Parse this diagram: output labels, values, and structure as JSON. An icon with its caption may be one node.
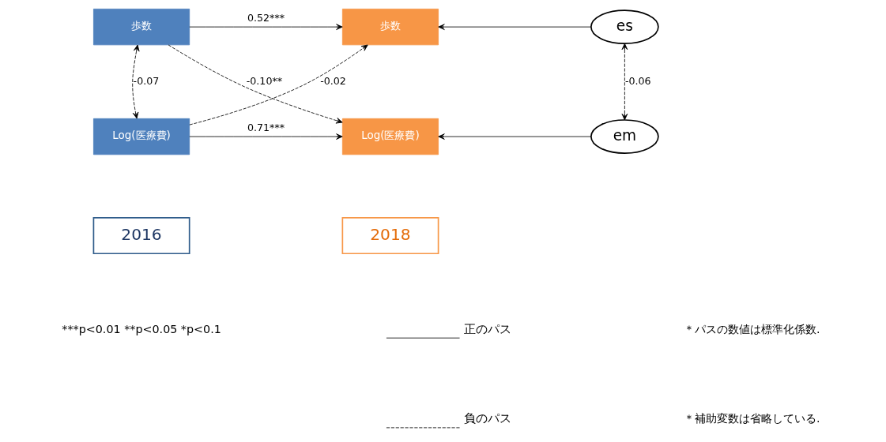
{
  "diagram": {
    "nodes": [
      {
        "text": [
          "歩数"
        ]
      },
      {
        "text": [
          "Log(医療費)"
        ]
      },
      {
        "text": [
          "歩数"
        ]
      },
      {
        "text": [
          "Log(医療費)"
        ]
      },
      {
        "text": [
          "es"
        ]
      },
      {
        "text": [
          "em"
        ]
      },
      {
        "text": [
          "2016"
        ]
      },
      {
        "text": [
          "2018"
        ]
      }
    ],
    "edges": [
      {
        "from": 0,
        "to": 2,
        "arrow": "to",
        "label": "0.52***"
      },
      {
        "from": 0,
        "to": 3,
        "arrow": "to",
        "label": "-0.10**",
        "style": "dashed"
      },
      {
        "from": 1,
        "to": 2,
        "arrow": "to",
        "label": "-0.02",
        "style": "dashed"
      },
      {
        "from": 1,
        "to": 3,
        "arrow": "to",
        "label": "0.71***"
      },
      {
        "from": 4,
        "to": 2,
        "arrow": "to"
      },
      {
        "from": 5,
        "to": 3,
        "arrow": "to"
      },
      {
        "from": 0,
        "to": 1,
        "arrow": "both",
        "label": "-0.07",
        "style": "dashed"
      },
      {
        "from": 4,
        "to": 5,
        "arrow": "both",
        "label": "-0.06",
        "style": "dashed"
      }
    ],
    "labels": [
      "***p<0.01 **p<0.05 *p<0.1",
      "＊パスの数値は標準化係数.",
      "＊補助変数は省略している."
    ],
    "legend": [
      {
        "text": "正のパス"
      },
      {
        "text": "負のパス"
      }
    ]
  }
}
